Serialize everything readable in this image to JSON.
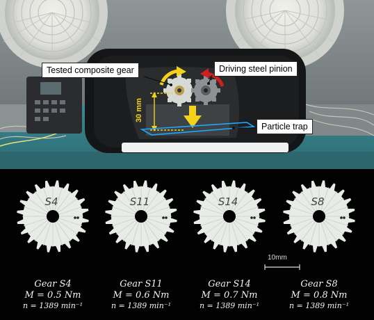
{
  "callouts": {
    "tested_gear": "Tested composite gear",
    "driving_pinion": "Driving steel pinion",
    "particle_trap": "Particle trap",
    "distance": "30 mm"
  },
  "scale_bar": "10mm",
  "gears": [
    {
      "marking": "S4",
      "name": "Gear S4",
      "moment": "M  =  0.5 Nm",
      "speed": "n = 1389 min⁻¹"
    },
    {
      "marking": "S11",
      "name": "Gear S11",
      "moment": "M  =  0.6 Nm",
      "speed": "n = 1389 min⁻¹"
    },
    {
      "marking": "S14",
      "name": "Gear S14",
      "moment": "M  =  0.7 Nm",
      "speed": "n = 1389 min⁻¹"
    },
    {
      "marking": "S8",
      "name": "Gear S8",
      "moment": "M  =  0.8 Nm",
      "speed": "n = 1389 min⁻¹"
    }
  ],
  "colors": {
    "arrow_yellow": "#f2d21c",
    "arrow_red": "#d11f1f",
    "trap_outline": "#1ea7ff",
    "gear_plastic": "#e8ece6"
  }
}
